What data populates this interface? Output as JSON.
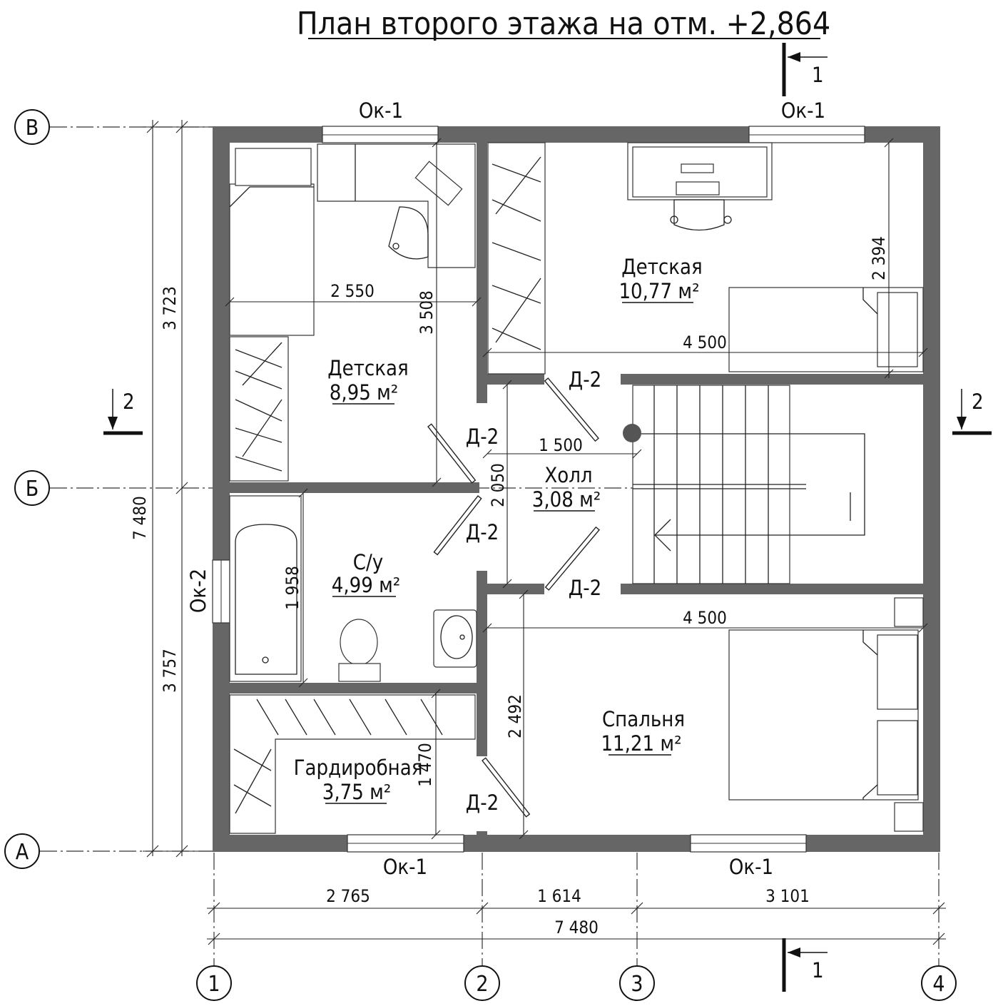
{
  "title": "План второго этажа на отм. +2,864",
  "axes": {
    "rows": [
      "В",
      "Б",
      "А"
    ],
    "cols": [
      "1",
      "2",
      "3",
      "4"
    ]
  },
  "section_marks": {
    "s1": "1",
    "s2": "2"
  },
  "rooms": [
    {
      "name": "Детская",
      "area": "8,95 м²"
    },
    {
      "name": "Детская",
      "area": "10,77 м²"
    },
    {
      "name": "Холл",
      "area": "3,08 м²"
    },
    {
      "name": "С/у",
      "area": "4,99 м²"
    },
    {
      "name": "Спальня",
      "area": "11,21 м²"
    },
    {
      "name": "Гардиробная",
      "area": "3,75 м²"
    }
  ],
  "windows": {
    "ok1": "Ок-1",
    "ok2": "Ок-2"
  },
  "door_label": "Д-2",
  "dims": {
    "left_total": "7 480",
    "left_upper": "3 723",
    "left_lower": "3 757",
    "bottom_1": "2 765",
    "bottom_2": "1 614",
    "bottom_3": "3 101",
    "bottom_total": "7 480",
    "d_2550": "2 550",
    "d_3508": "3 508",
    "d_2394": "2 394",
    "d_4500a": "4 500",
    "d_4500b": "4 500",
    "d_1500": "1 500",
    "d_2050": "2 050",
    "d_1958": "1 958",
    "d_2492": "2 492",
    "d_1470": "1 470"
  }
}
